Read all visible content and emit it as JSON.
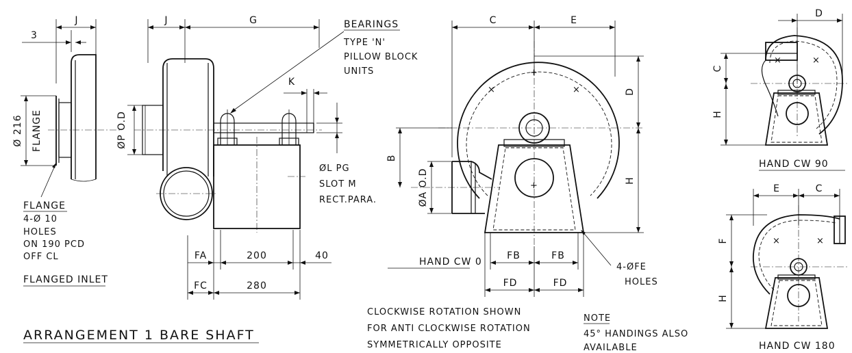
{
  "dims": {
    "three": "3",
    "J": "J",
    "G": "G",
    "K": "K",
    "C": "C",
    "E": "E",
    "D": "D",
    "H": "H",
    "B": "B",
    "F": "F",
    "FA": "FA",
    "FC": "FC",
    "FB": "FB",
    "FD": "FD",
    "d200": "200",
    "d280": "280",
    "d40": "40",
    "flange_dia": "Ø 216",
    "flange_word": "FLANGE",
    "p_od": "ØP O.D",
    "a_od": "ØA O.D"
  },
  "bearings": {
    "title": "BEARINGS",
    "line1": "TYPE 'N'",
    "line2": "PILLOW BLOCK",
    "line3": "UNITS"
  },
  "shaft": {
    "line1": "ØL PG",
    "line2": "SLOT M",
    "line3": "RECT.PARA."
  },
  "flange": {
    "title": "FLANGE",
    "line1": "4-Ø 10",
    "line2": "HOLES",
    "line3": "ON 190 PCD",
    "line4": "OFF CL",
    "inlet": "FLANGED INLET"
  },
  "holes": {
    "line1": "4-ØFE",
    "line2": "HOLES"
  },
  "views": {
    "cw0": "HAND CW 0",
    "cw90": "HAND CW 90",
    "cw180": "HAND CW 180"
  },
  "rotation": {
    "line1": "CLOCKWISE ROTATION SHOWN",
    "line2": "FOR ANTI CLOCKWISE ROTATION",
    "line3": "SYMMETRICALLY OPPOSITE"
  },
  "note": {
    "title": "NOTE",
    "line1": "45° HANDINGS ALSO",
    "line2": "AVAILABLE"
  },
  "arrangement": "ARRANGEMENT 1 BARE SHAFT"
}
